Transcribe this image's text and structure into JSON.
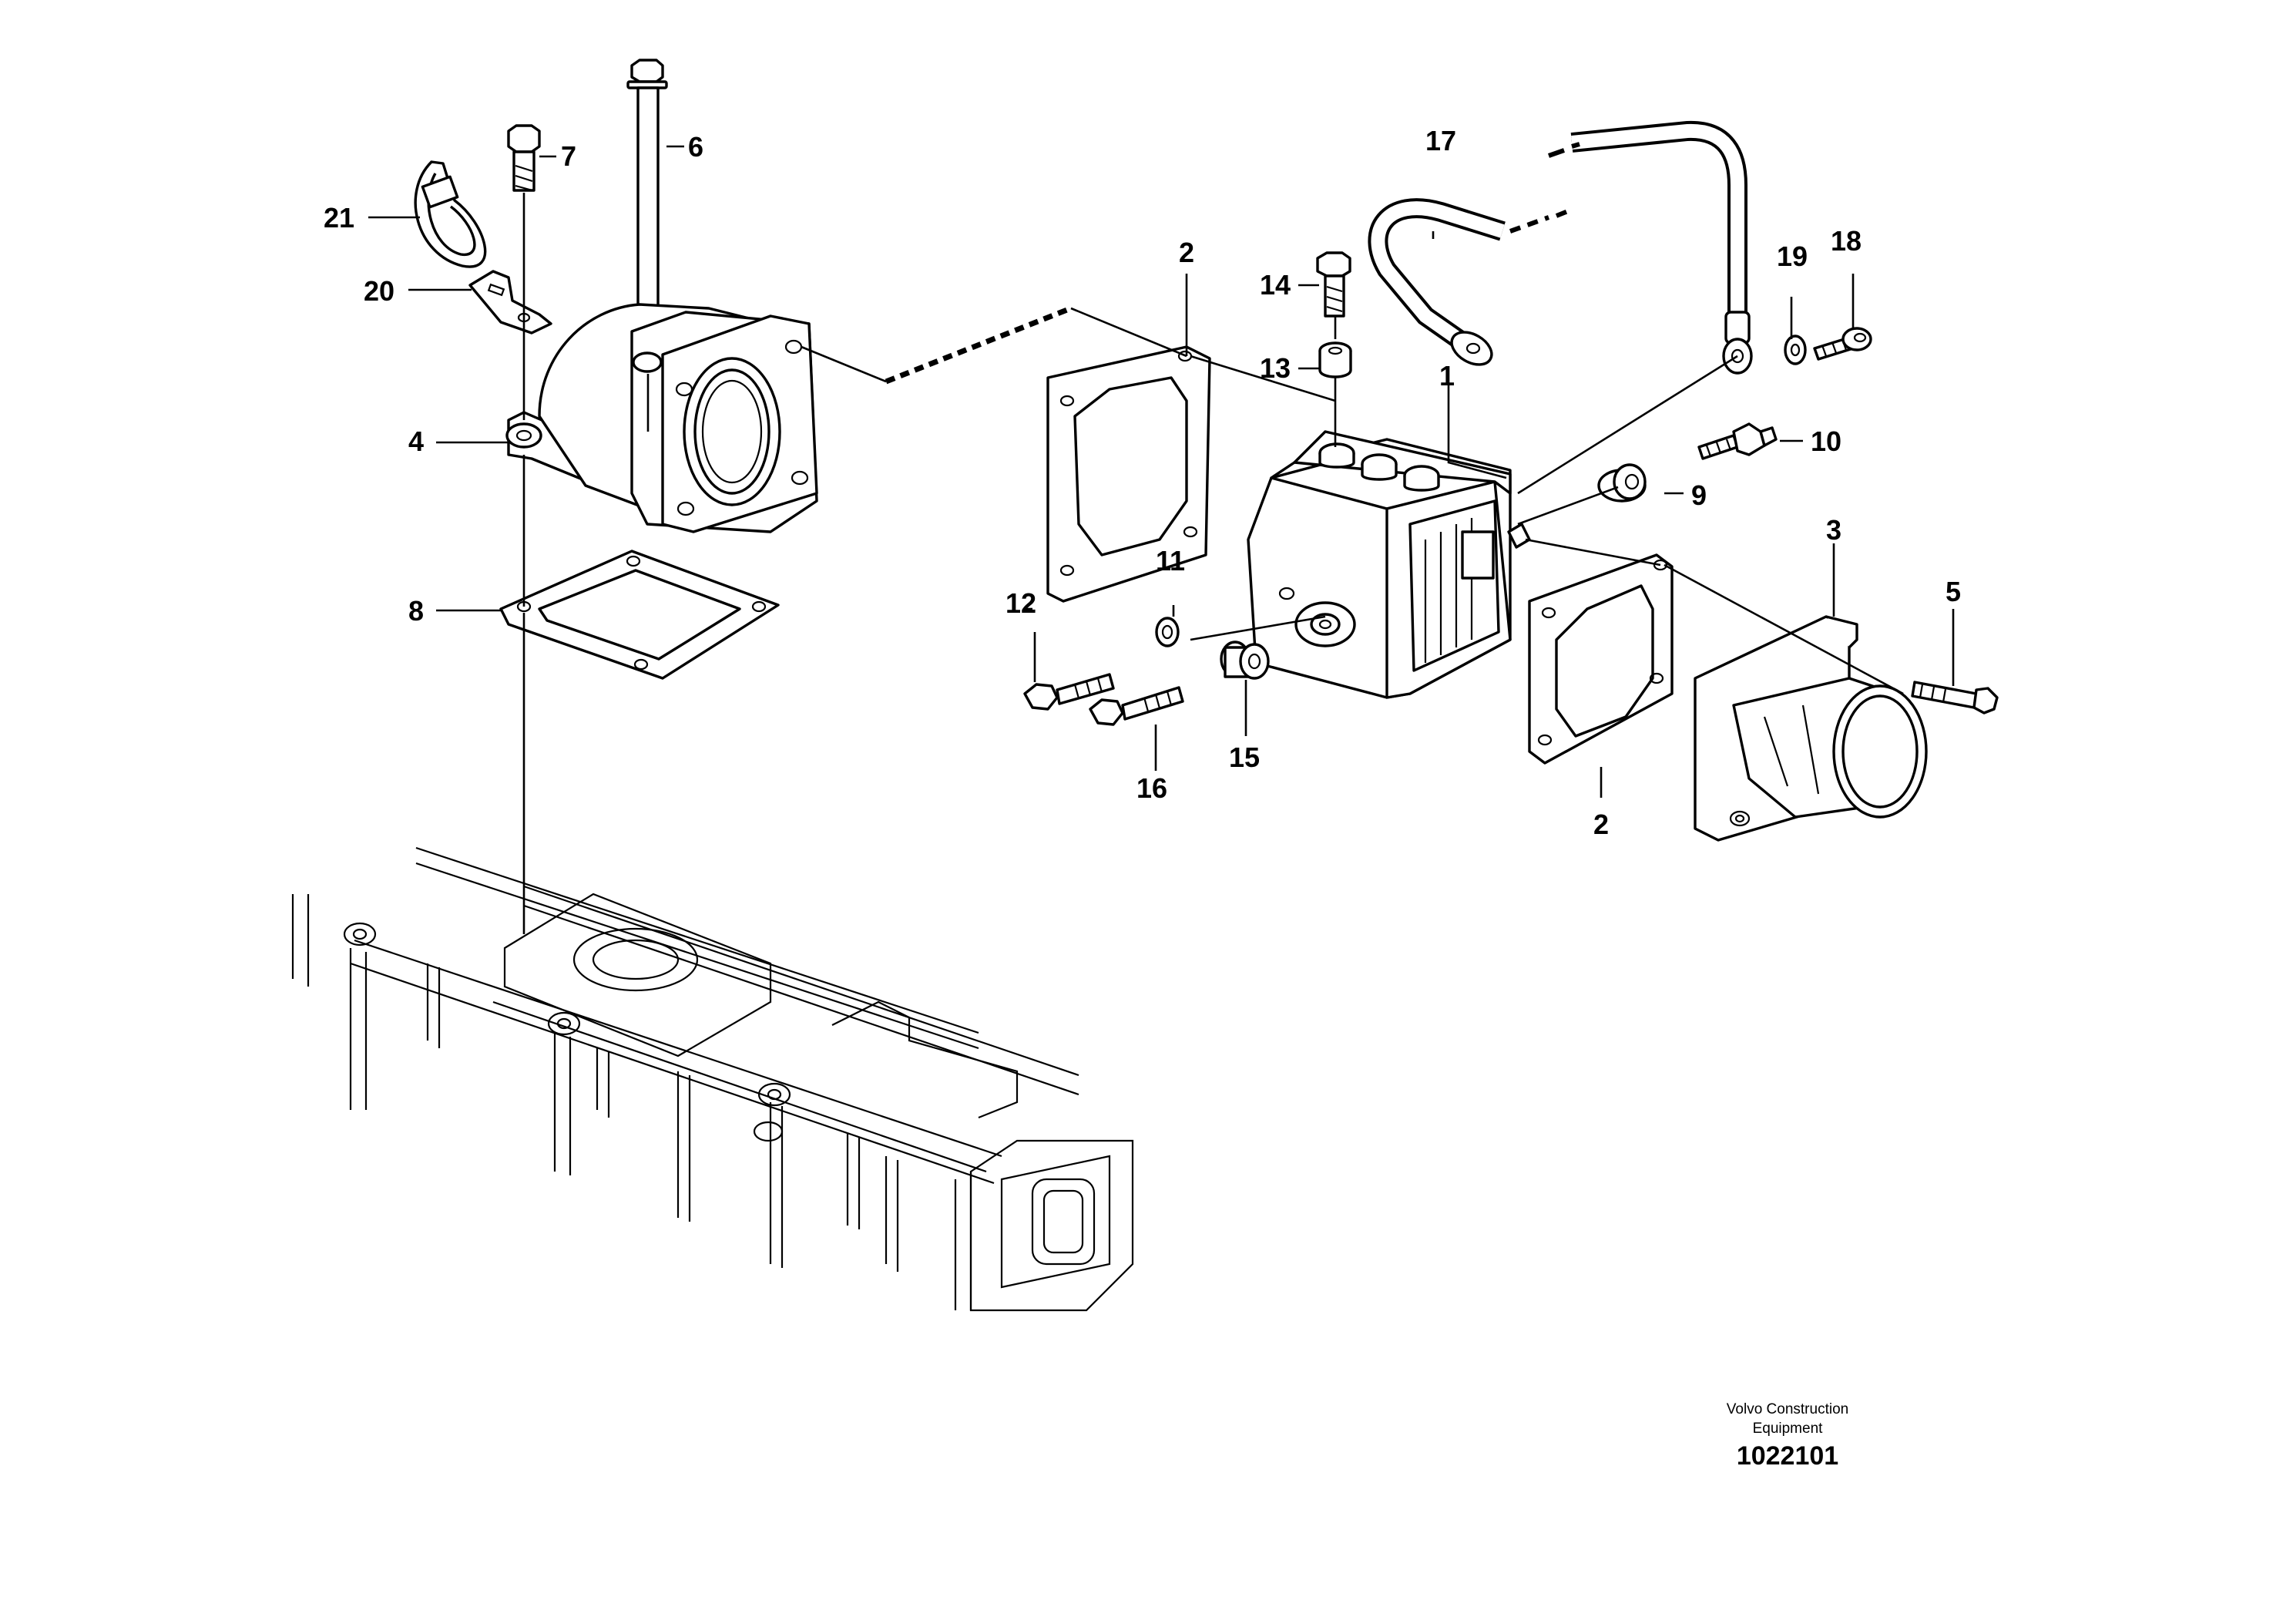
{
  "diagram": {
    "callouts": {
      "p1": "1",
      "p2a": "2",
      "p2b": "2",
      "p3": "3",
      "p4": "4",
      "p5": "5",
      "p6": "6",
      "p7": "7",
      "p8": "8",
      "p9": "9",
      "p10": "10",
      "p11": "11",
      "p12": "12",
      "p13": "13",
      "p14": "14",
      "p15": "15",
      "p16": "16",
      "p17": "17",
      "p18": "18",
      "p19": "19",
      "p20": "20",
      "p21": "21"
    }
  },
  "footer": {
    "company_line1": "Volvo Construction",
    "company_line2": "Equipment",
    "drawing_number": "1022101"
  }
}
